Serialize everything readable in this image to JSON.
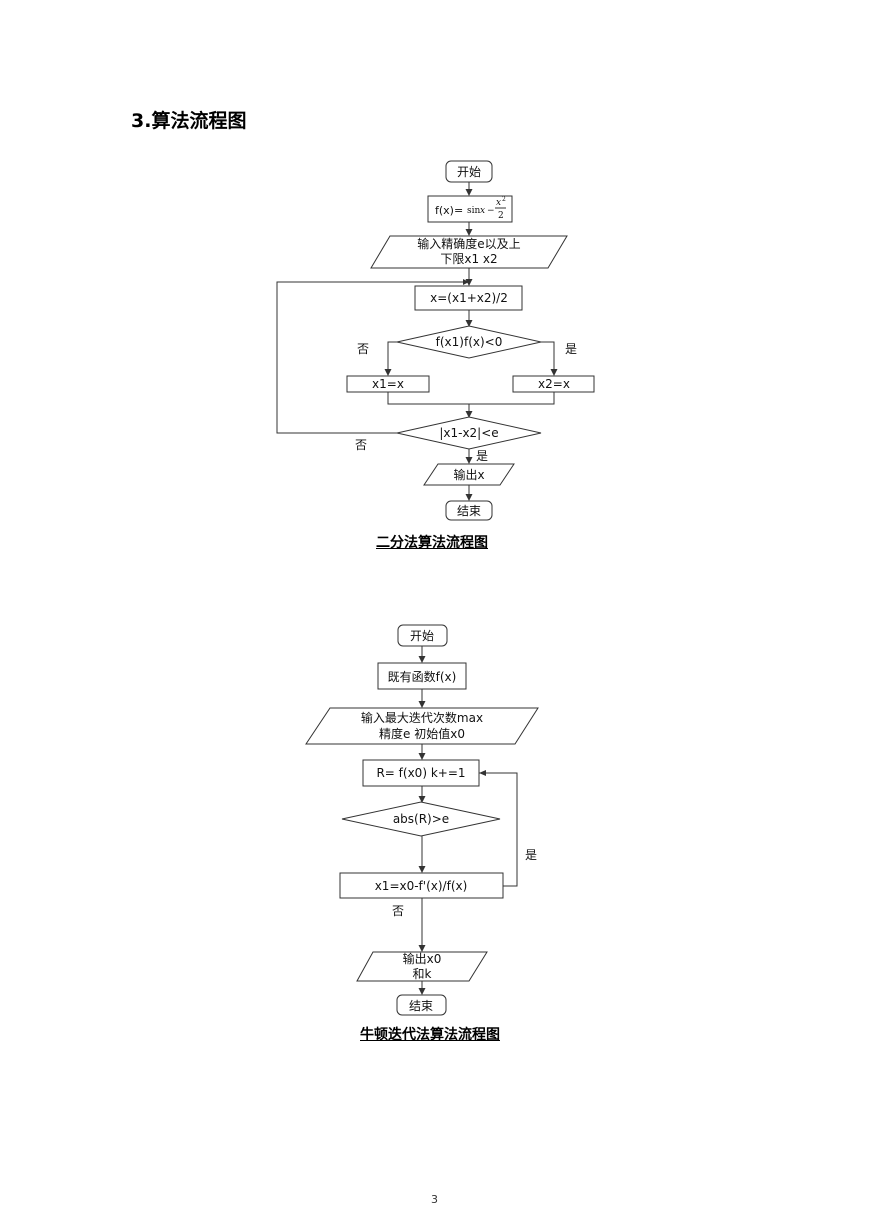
{
  "section_title": "3.算法流程图",
  "bisection": {
    "start": "开始",
    "func_prefix": "f(x)=",
    "func_expr": {
      "sin": "sin",
      "x": "x",
      "minus": "−",
      "num": "x",
      "sup": "2",
      "den": "2"
    },
    "input_line1": "输入精确度e以及上",
    "input_line2": "下限x1 x2",
    "midpoint": "x=(x1+x2)/2",
    "condition": "f(x1)f(x)<0",
    "no_left": "否",
    "yes_right": "是",
    "assign_left": "x1=x",
    "assign_right": "x2=x",
    "check": "|x1-x2|<e",
    "loop_no": "否",
    "check_yes": "是",
    "output": "输出x",
    "end": "结束",
    "caption": "二分法算法流程图"
  },
  "newton": {
    "start": "开始",
    "given": "既有函数f(x)",
    "input_line1": "输入最大迭代次数max",
    "input_line2": "精度e 初始值x0",
    "update": "R= f(x0)  k+=1",
    "condition": "abs(R)>e",
    "loop_yes": "是",
    "step": "x1=x0-f'(x)/f(x)",
    "no_label": "否",
    "output_line1": "输出x0",
    "output_line2": "和k",
    "end": "结束",
    "caption": "牛顿迭代法算法流程图"
  },
  "page_number": "3"
}
